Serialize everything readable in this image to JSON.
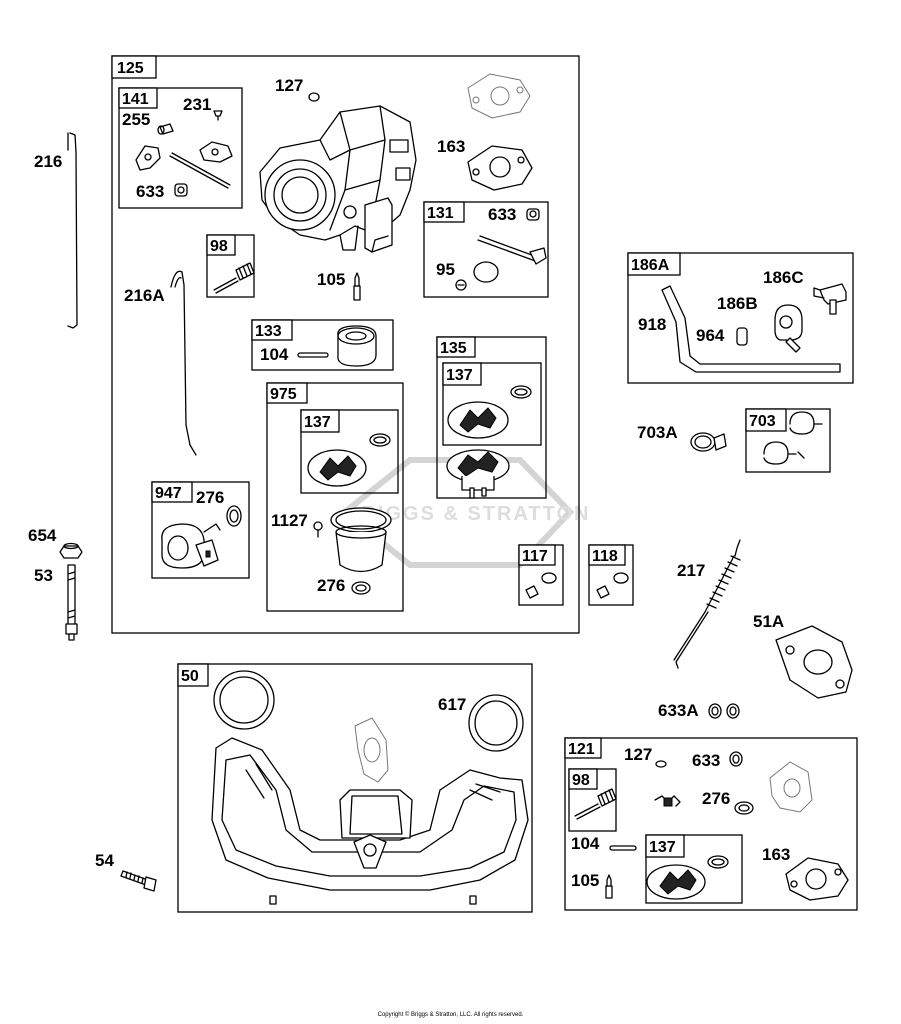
{
  "watermark": "BRIGGS & STRATTON",
  "copyright": "Copyright © Briggs & Stratton, LLC. All rights reserved.",
  "groups": {
    "g125": "125",
    "g141": "141",
    "g98a": "98",
    "g133": "133",
    "g975": "975",
    "g137a": "137",
    "g135": "135",
    "g137b": "137",
    "g131": "131",
    "g947": "947",
    "g117": "117",
    "g118": "118",
    "g186A": "186A",
    "g703": "703",
    "g50": "50",
    "g121": "121",
    "g98b": "98",
    "g137c": "137"
  },
  "labels": {
    "l216": "216",
    "l216A": "216A",
    "l654": "654",
    "l53": "53",
    "l54": "54",
    "l127a": "127",
    "l231": "231",
    "l255": "255",
    "l633a": "633",
    "l163a": "163",
    "l633b": "633",
    "l95": "95",
    "l105a": "105",
    "l104a": "104",
    "l276a": "276",
    "l1127": "1127",
    "l276b": "276",
    "l186C": "186C",
    "l186B": "186B",
    "l918": "918",
    "l964": "964",
    "l703A": "703A",
    "l217": "217",
    "l51A": "51A",
    "l633A": "633A",
    "l617": "617",
    "l127b": "127",
    "l633c": "633",
    "l276c": "276",
    "l104b": "104",
    "l105b": "105",
    "l163b": "163"
  }
}
